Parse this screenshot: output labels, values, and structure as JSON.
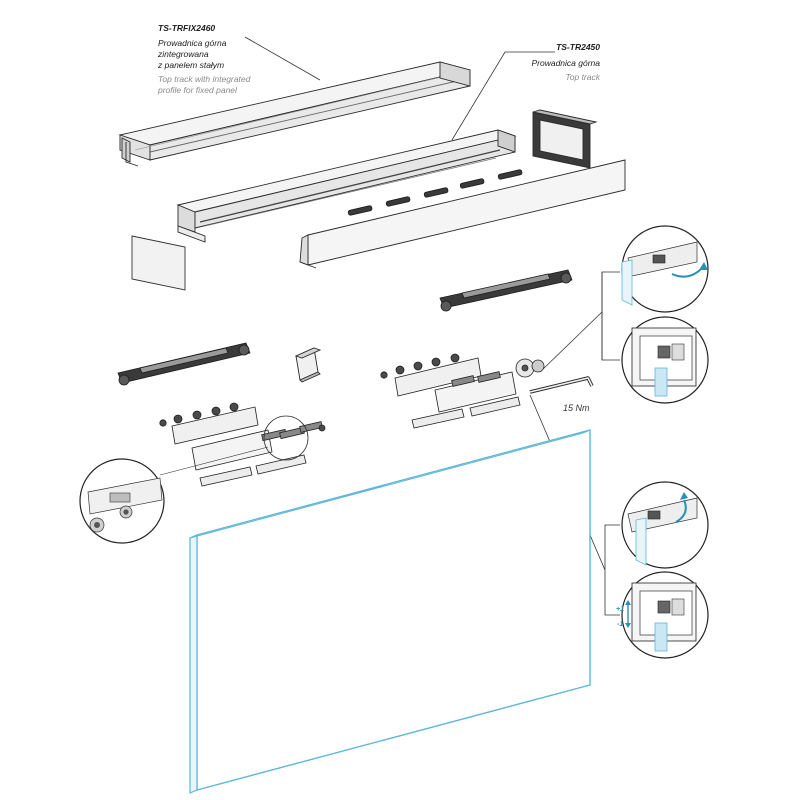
{
  "labels": {
    "fixed_track": {
      "code": "TS-TRFIX2460",
      "pl_line1": "Prowadnica górna",
      "pl_line2": "zintegrowana",
      "pl_line3": "z panelem stałym",
      "en_line1": "Top track with integrated",
      "en_line2": "profile for fixed panel"
    },
    "top_track": {
      "code": "TS-TR2450",
      "pl_line1": "Prowadnica górna",
      "en_line1": "Top track"
    }
  },
  "annotations": {
    "torque": "15 Nm",
    "adjust_up": "+1",
    "adjust_down": "-1"
  },
  "colors": {
    "line": "#2b2b2b",
    "metal_light": "#eeeeee",
    "metal_mid": "#cfcfcf",
    "metal_dark": "#3a3a3a",
    "glass_edge": "#5fb7d8",
    "glass_fill": "#ffffff",
    "accent": "#2a8fb8"
  },
  "icons": [
    "rotate-arrow-icon",
    "lift-arrow-icon"
  ]
}
